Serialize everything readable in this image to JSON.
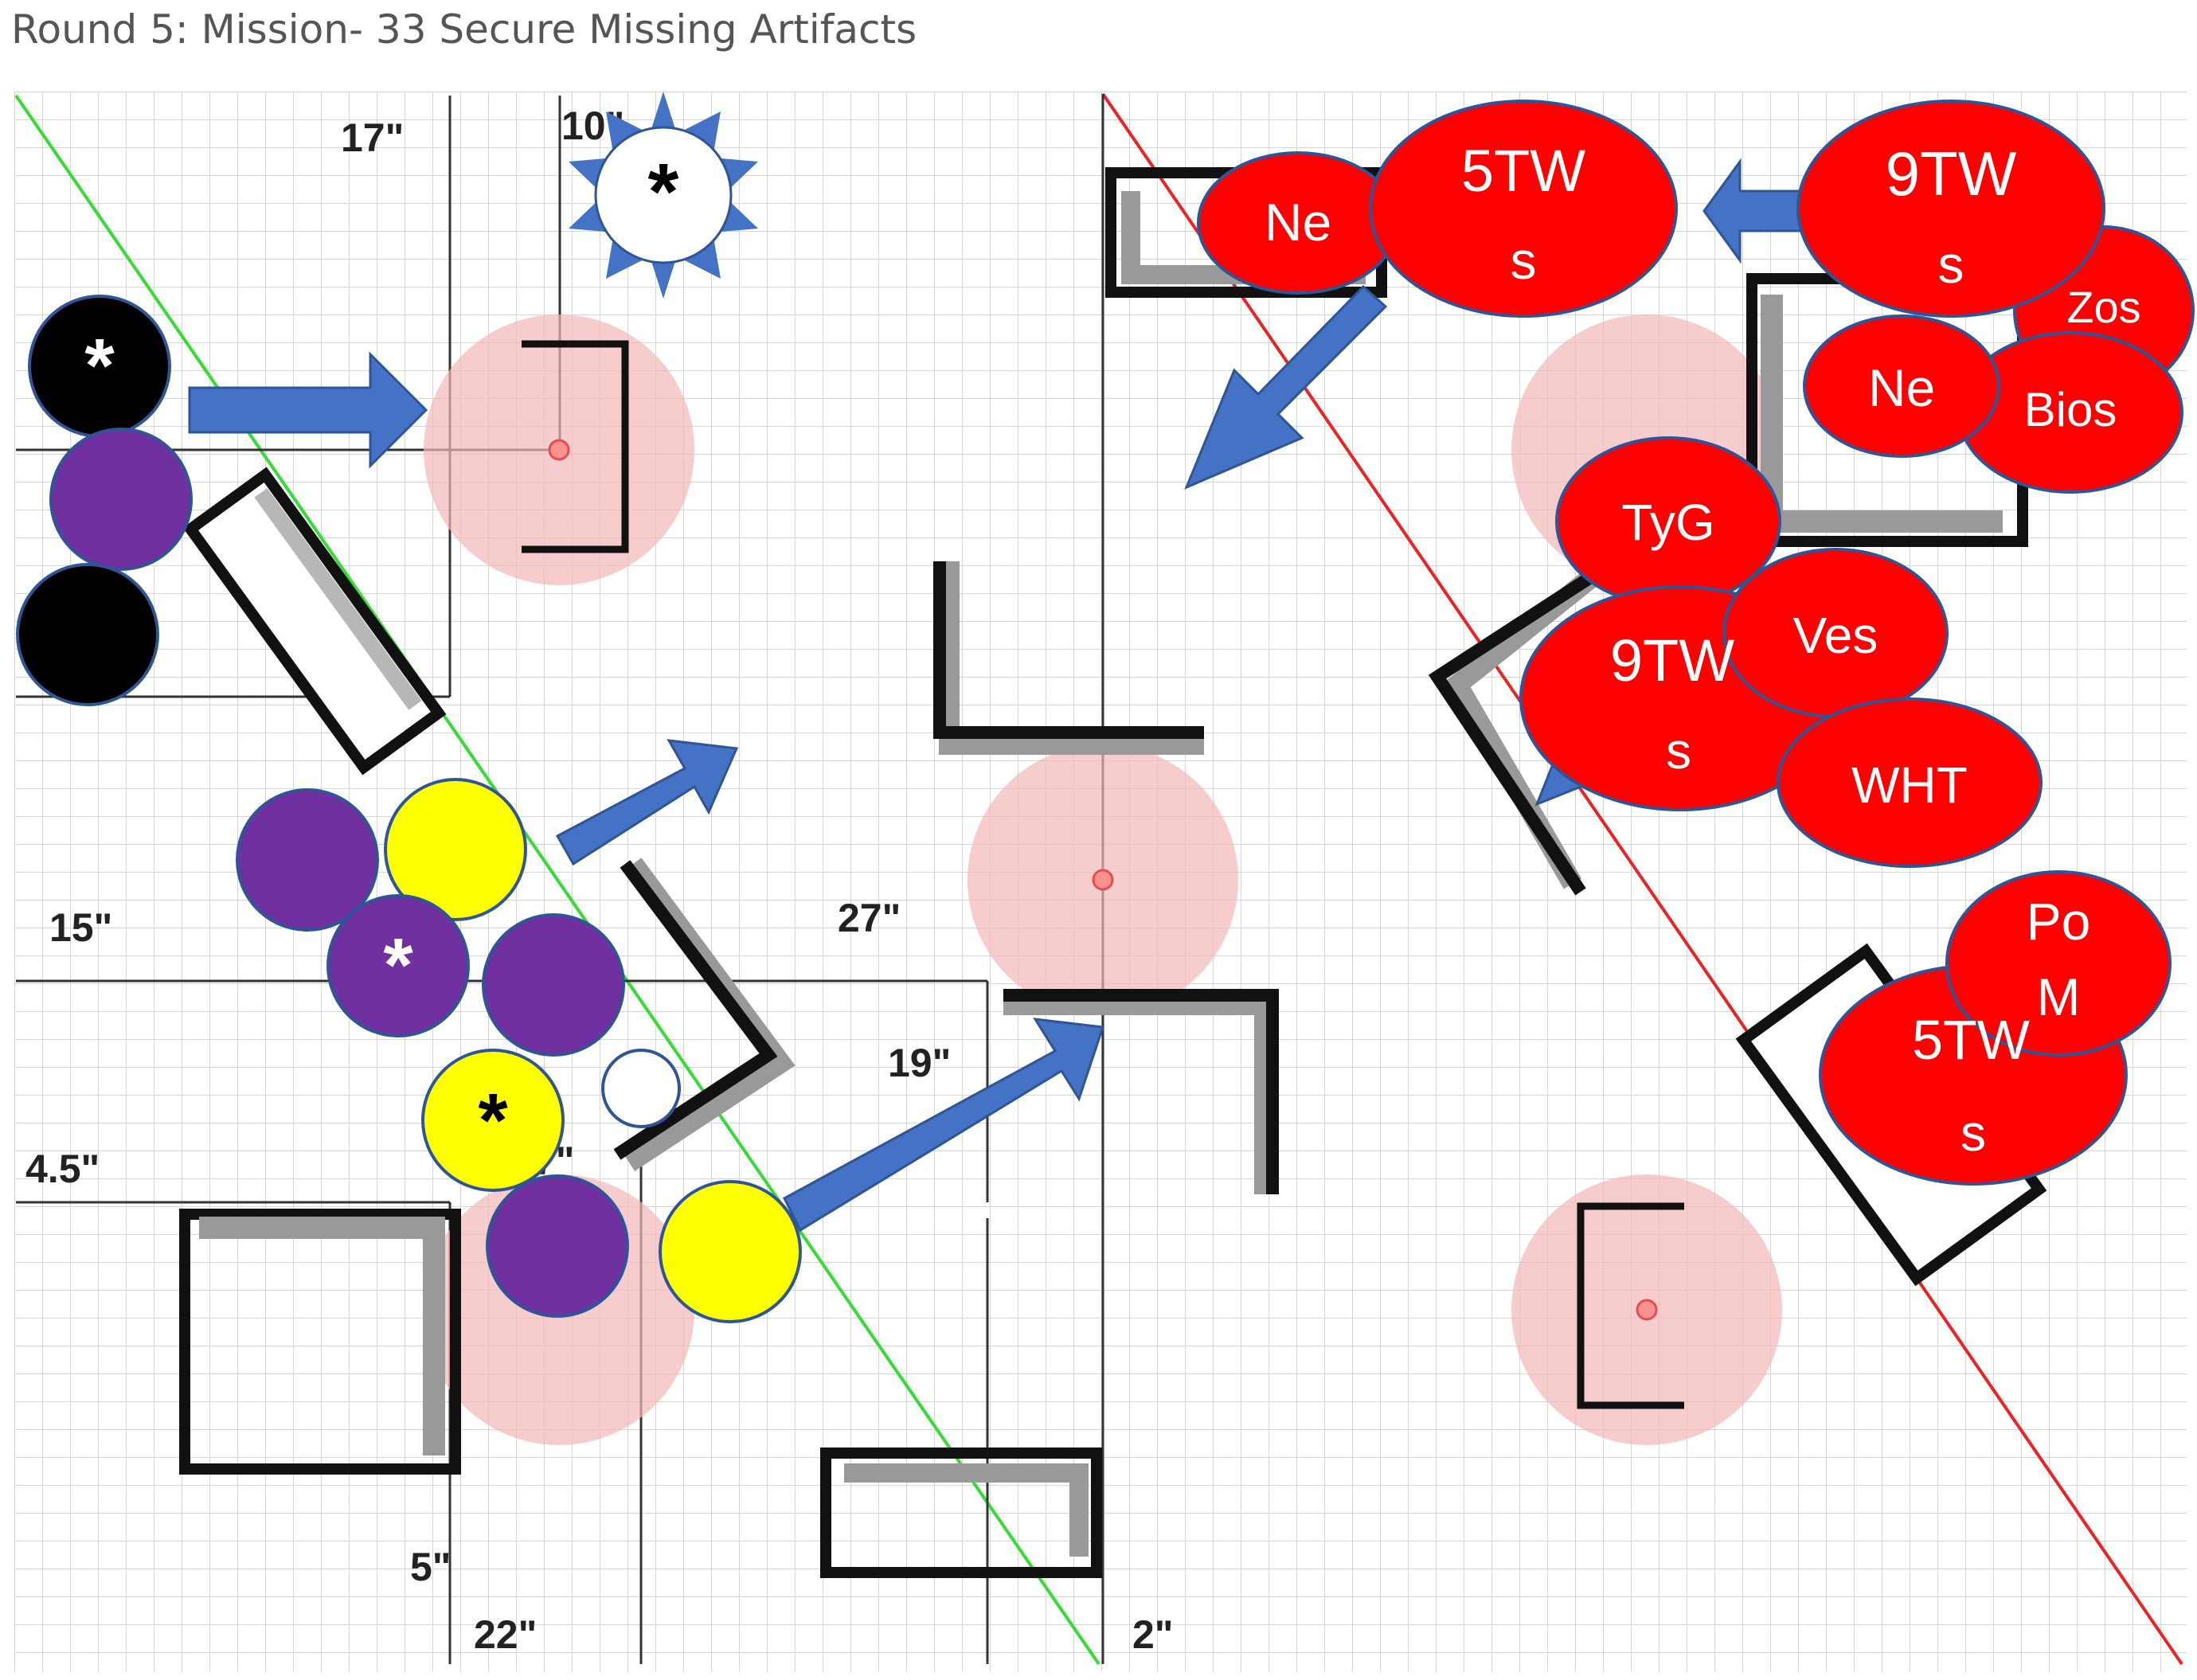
{
  "title": "Round 5: Mission- 33 Secure Missing Artifacts",
  "measurements": [
    "17\"",
    "10\"",
    "15\"",
    "27\"",
    "19\"",
    "4.5\"",
    "7\"",
    "5\"",
    "22\"",
    "2\""
  ],
  "red_tokens": [
    "Ne",
    "5TW",
    "s",
    "9TW",
    "s",
    "Zos",
    "Ne",
    "Bios",
    "TyG",
    "9TW",
    "s",
    "Ves",
    "WHT",
    "Po",
    "M",
    "5TW",
    "s"
  ],
  "marker_symbol": "*",
  "colors": {
    "grid": "#d6d6d6",
    "red_team": "#ff0000",
    "purple": "#7030a0",
    "yellow": "#ffff00",
    "arrow": "#4472c4",
    "objective_zone": "#f4b6b6",
    "green_line": "#33dd33",
    "red_line": "#ee2222"
  }
}
